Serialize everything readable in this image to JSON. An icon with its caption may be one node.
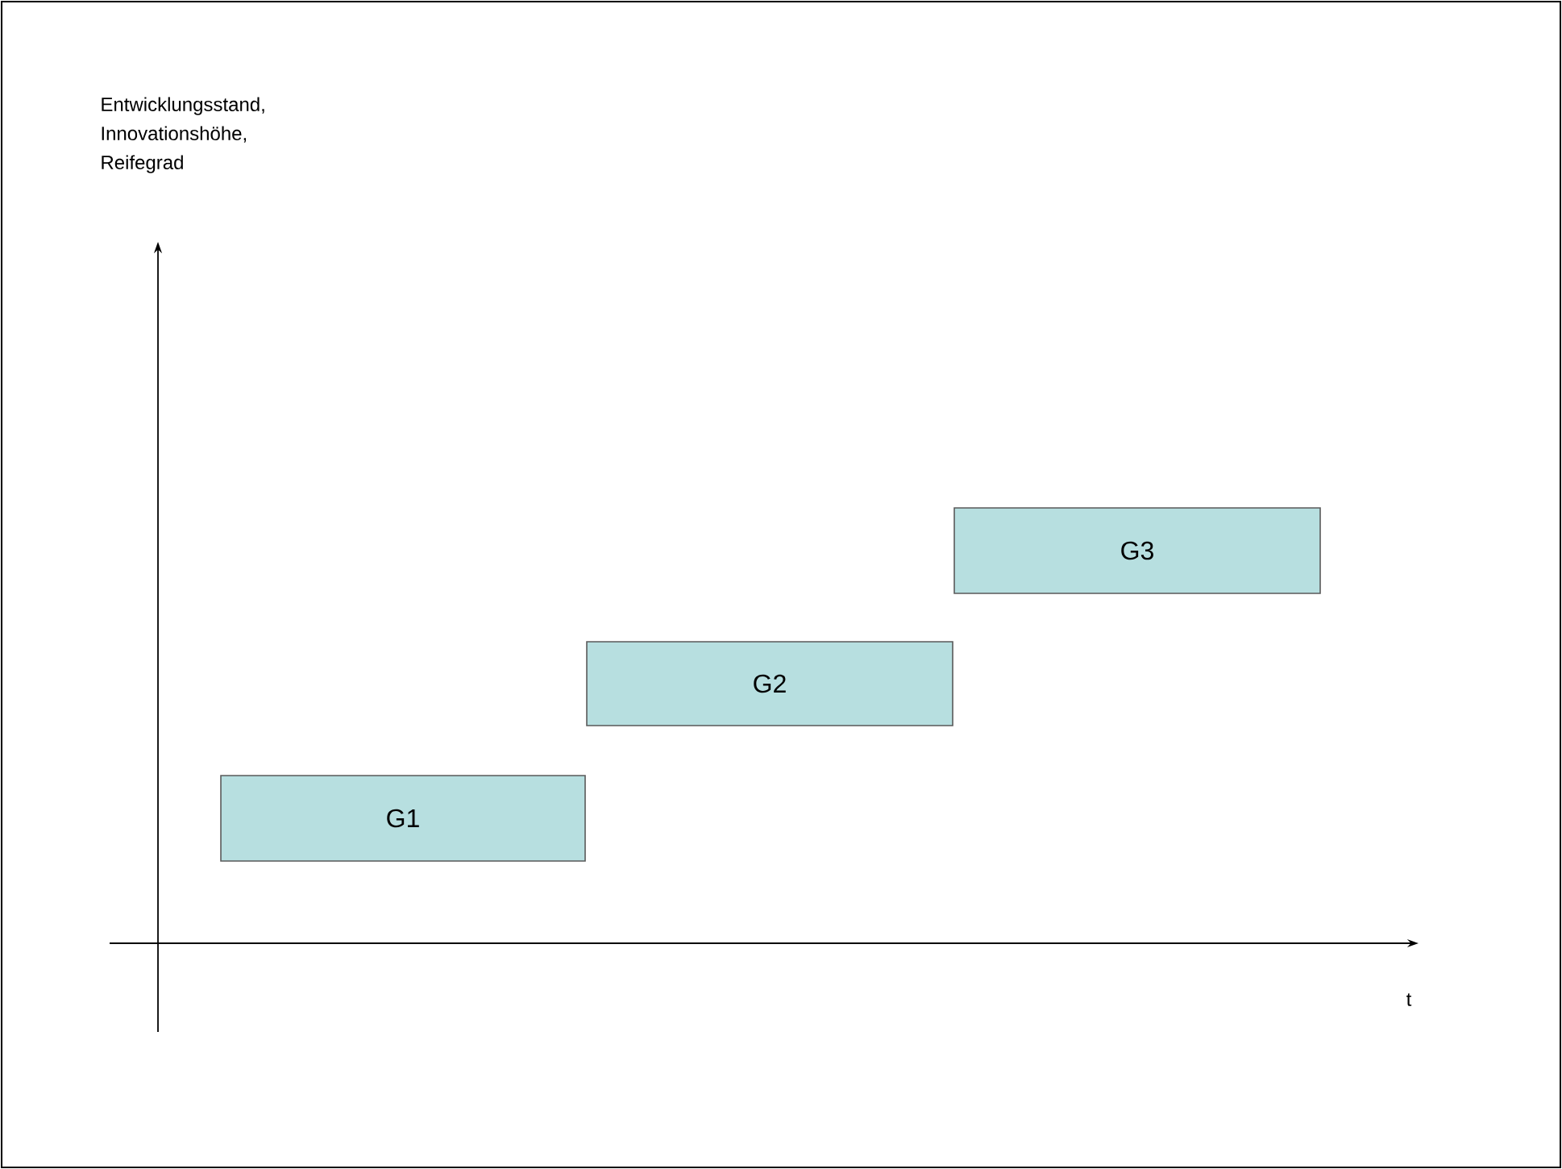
{
  "diagram": {
    "nodes": [
      {
        "text": [
          "G1"
        ]
      },
      {
        "text": [
          "G2"
        ]
      },
      {
        "text": [
          "G3"
        ]
      }
    ],
    "labels": [
      "Entwicklungsstand, Innovationshöhe, Reifegrad",
      "t"
    ]
  }
}
